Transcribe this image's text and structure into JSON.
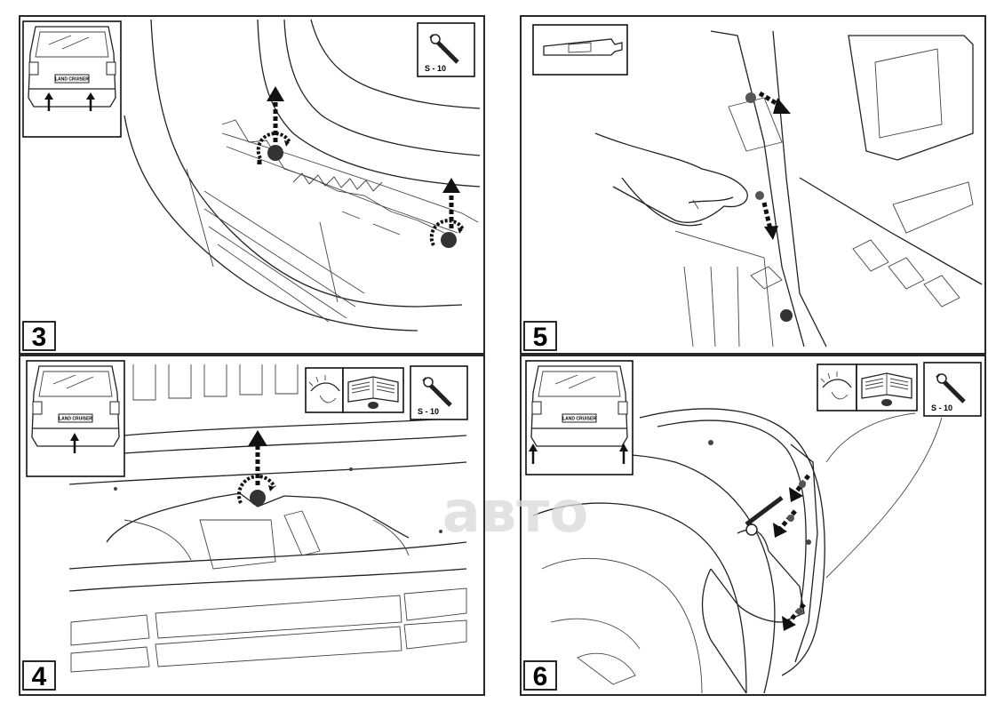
{
  "watermark": "авто",
  "panels": [
    {
      "id": "3",
      "step": "3",
      "tool_label": "S - 10",
      "icons": [
        "tailgate-car-thumbnail-icon",
        "socket-wrench-icon"
      ]
    },
    {
      "id": "5",
      "step": "5",
      "icons": [
        "trim-removal-tool-icon"
      ]
    },
    {
      "id": "4",
      "step": "4",
      "tool_label": "S - 10",
      "icons": [
        "tailgate-car-thumbnail-icon",
        "eye-check-icon",
        "manual-book-icon",
        "socket-wrench-icon"
      ]
    },
    {
      "id": "6",
      "step": "6",
      "tool_label": "S - 10",
      "icons": [
        "tailgate-car-thumbnail-icon",
        "eye-check-icon",
        "manual-book-icon",
        "socket-wrench-icon"
      ]
    }
  ],
  "thumbnail_plate_text": "LAND CRUISER",
  "colors": {
    "line": "#222222",
    "background": "#ffffff",
    "watermark": "#d9d9d9"
  }
}
